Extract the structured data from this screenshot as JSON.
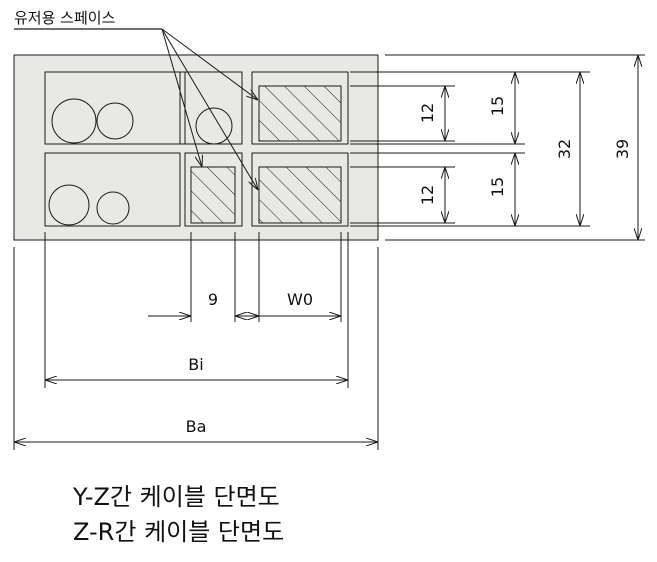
{
  "callout_label": "유저용 스페이스",
  "dims": {
    "width_9": "9",
    "width_w0": "W0",
    "width_bi": "Bi",
    "width_ba": "Ba",
    "height_12_top": "12",
    "height_12_bottom": "12",
    "height_15_top": "15",
    "height_15_bottom": "15",
    "height_32": "32",
    "height_39": "39"
  },
  "caption": {
    "line1": "Y-Z간 케이블 단면도",
    "line2": "Z-R간 케이블 단면도"
  },
  "colors": {
    "body_fill": "#e8e8e4",
    "stroke": "#1a1a1a",
    "chamber_fill": "#ffffff",
    "guide_line": "#555555"
  }
}
